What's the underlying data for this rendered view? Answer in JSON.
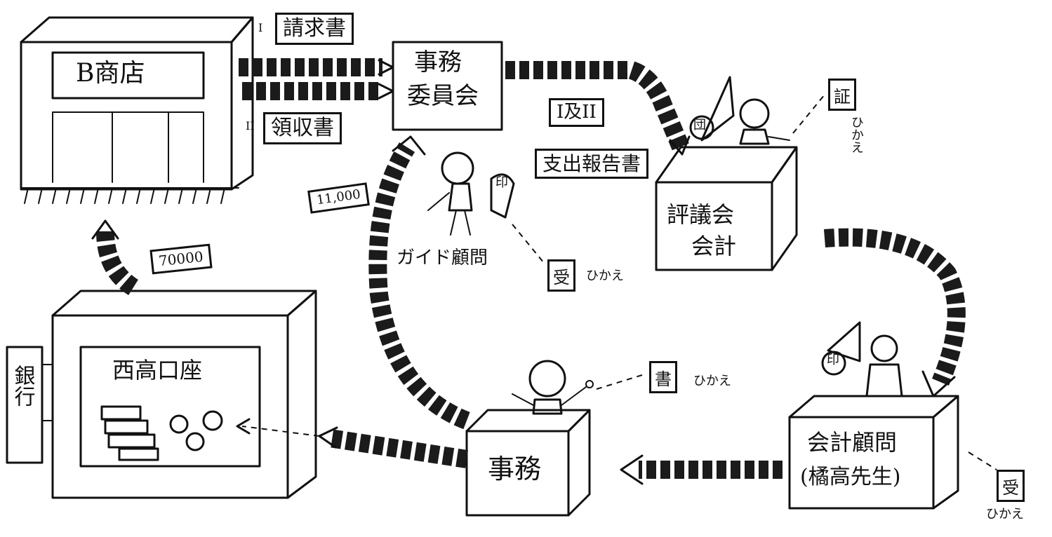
{
  "shop": {
    "sign": "B商店"
  },
  "documents": {
    "invoice": "請求書",
    "receipt": "領収書",
    "invoice_num": "I",
    "receipt_num": "II",
    "pair": "I及II",
    "expense_report": "支出報告書"
  },
  "nodes": {
    "committee_line1": "事務",
    "committee_line2": "委員会",
    "council_line1": "評議会",
    "council_line2": "会計",
    "advisor_text": "会計顧問",
    "advisor_name": "(橘高先生)",
    "office": "事務",
    "bank": "銀行",
    "account": "西高口座",
    "group_advisor": "ガイド顧問"
  },
  "amounts": {
    "cash_to_committee": "11,000",
    "withdrawal": "70000"
  },
  "stamps": {
    "cert": "証",
    "receipt_slip": "受",
    "doc": "書",
    "seal": "印",
    "company_seal": "団",
    "ledger": "受"
  },
  "notes": {
    "hikae": "ひかえ"
  }
}
